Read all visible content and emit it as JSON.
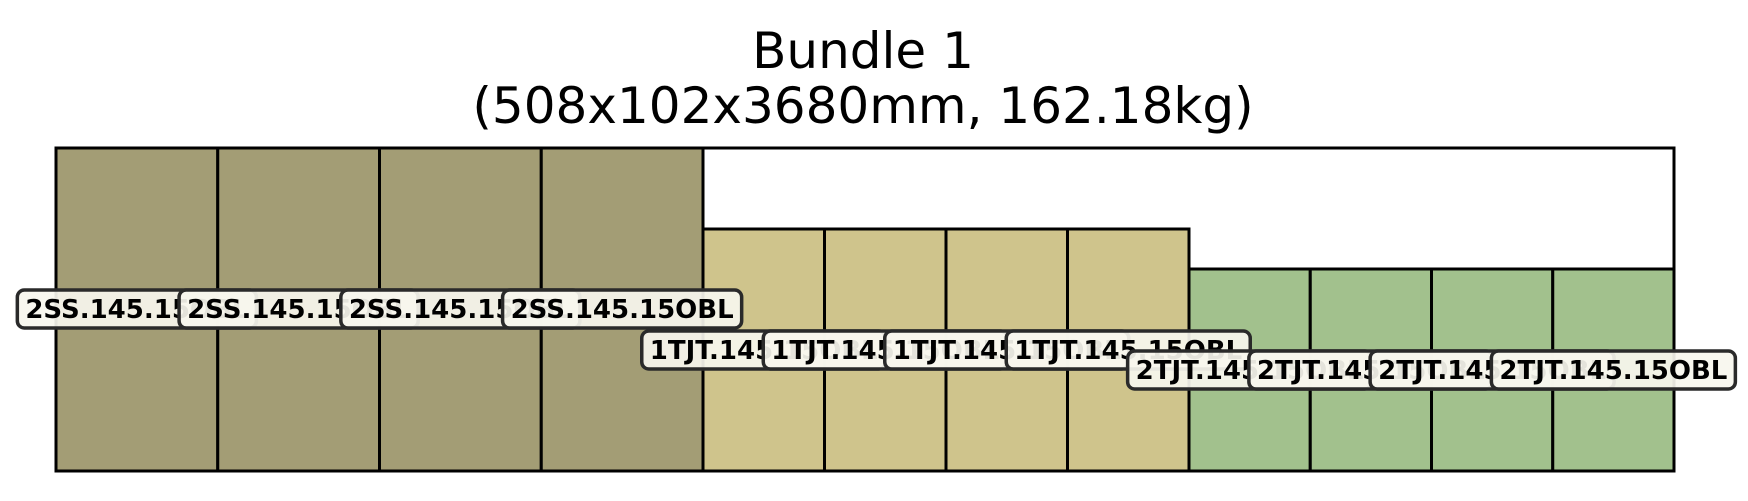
{
  "title": {
    "line1": "Bundle 1",
    "line2": "(508x102x3680mm, 162.18kg)"
  },
  "colors": {
    "2SS": "#a39d75",
    "1TJT": "#cfc48c",
    "2TJT": "#a2c18d",
    "outline": "#000000",
    "background": "#ffffff"
  },
  "groups": [
    {
      "id": "2SS",
      "pieces": [
        {
          "label": "2SS.145.15OBL"
        },
        {
          "label": "2SS.145.15OBL"
        },
        {
          "label": "2SS.145.15OBL"
        },
        {
          "label": "2SS.145.15OBL"
        }
      ]
    },
    {
      "id": "1TJT",
      "pieces": [
        {
          "label": "1TJT.145.15OBL"
        },
        {
          "label": "1TJT.145.15OBL"
        },
        {
          "label": "1TJT.145.15OBL"
        },
        {
          "label": "1TJT.145.15OBL"
        }
      ]
    },
    {
      "id": "2TJT",
      "pieces": [
        {
          "label": "2TJT.145.15OBL"
        },
        {
          "label": "2TJT.145.15OBL"
        },
        {
          "label": "2TJT.145.15OBL"
        },
        {
          "label": "2TJT.145.15OBL"
        }
      ]
    }
  ]
}
